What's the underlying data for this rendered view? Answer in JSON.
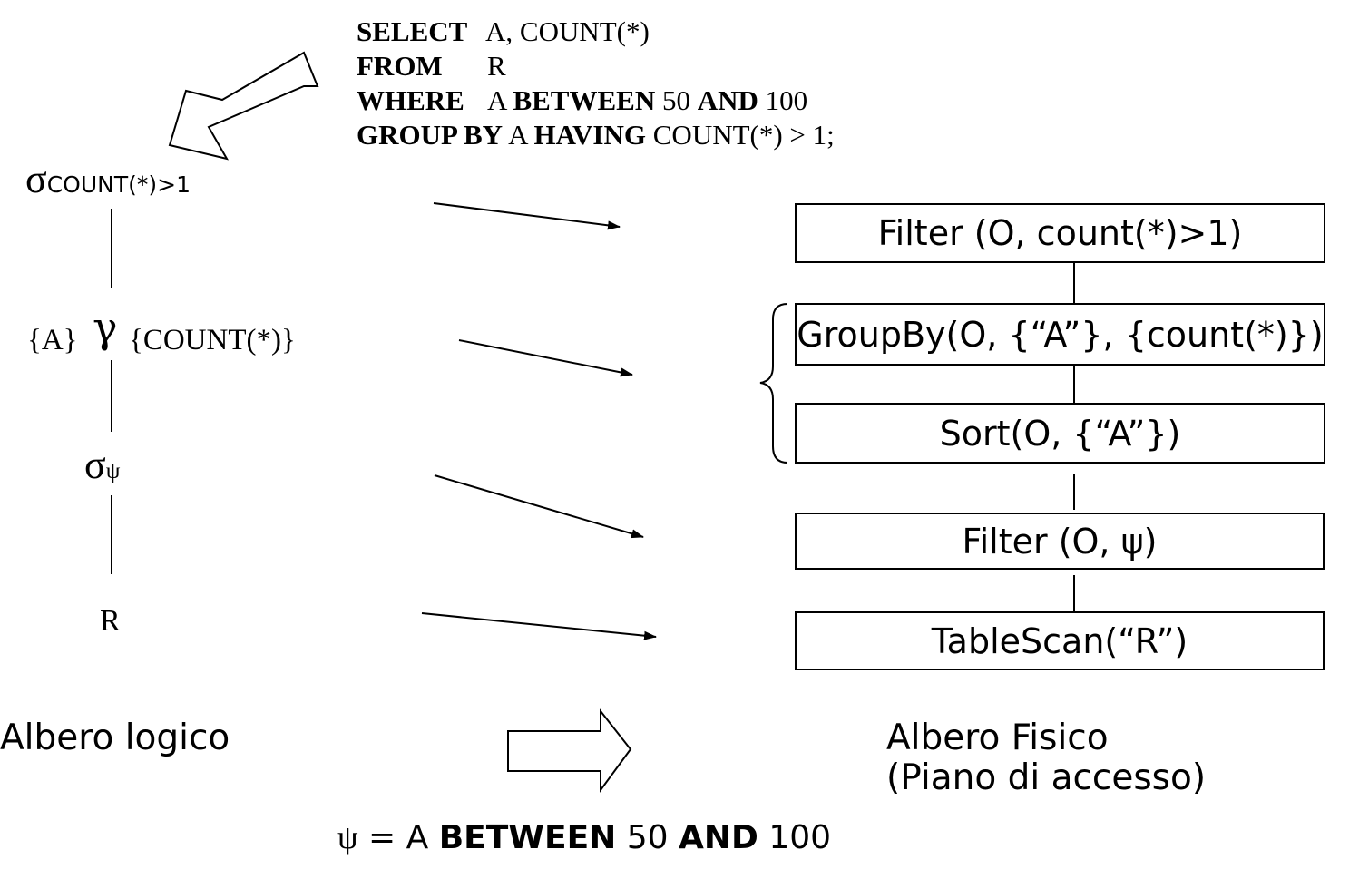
{
  "sql": {
    "select_kw": "SELECT",
    "select_rest": "A,  COUNT(*)",
    "from_kw": "FROM",
    "from_rest": "R",
    "where_kw": "WHERE",
    "where_a": "A",
    "where_between": "BETWEEN",
    "where_50": "50",
    "where_and": "AND",
    "where_100": "100",
    "group_kw": "GROUP BY",
    "group_a": "A",
    "having_kw": "HAVING",
    "having_rest": "COUNT(*) > 1;"
  },
  "logical": {
    "sigma_top": "σ",
    "sigma_top_sub": "COUNT(*)>1",
    "group_left": "{A}",
    "gamma": "γ",
    "group_right": "{COUNT(*)}",
    "sigma_psi": "σ",
    "sigma_psi_sub": "ψ",
    "relation": "R",
    "caption": "Albero logico"
  },
  "physical": {
    "filter_count": "Filter (O, count(*)>1)",
    "groupby": "GroupBy(O, {“A”}, {count(*)})",
    "sort": "Sort(O, {“A”})",
    "filter_psi": "Filter (O, ψ)",
    "tablescan": "TableScan(“R”)",
    "caption_line1": "Albero Fisico",
    "caption_line2": "(Piano di accesso)"
  },
  "footer": {
    "psi": "ψ",
    "eq_a": "= A",
    "between": "BETWEEN",
    "v50": "50",
    "and": "AND",
    "v100": "100"
  }
}
